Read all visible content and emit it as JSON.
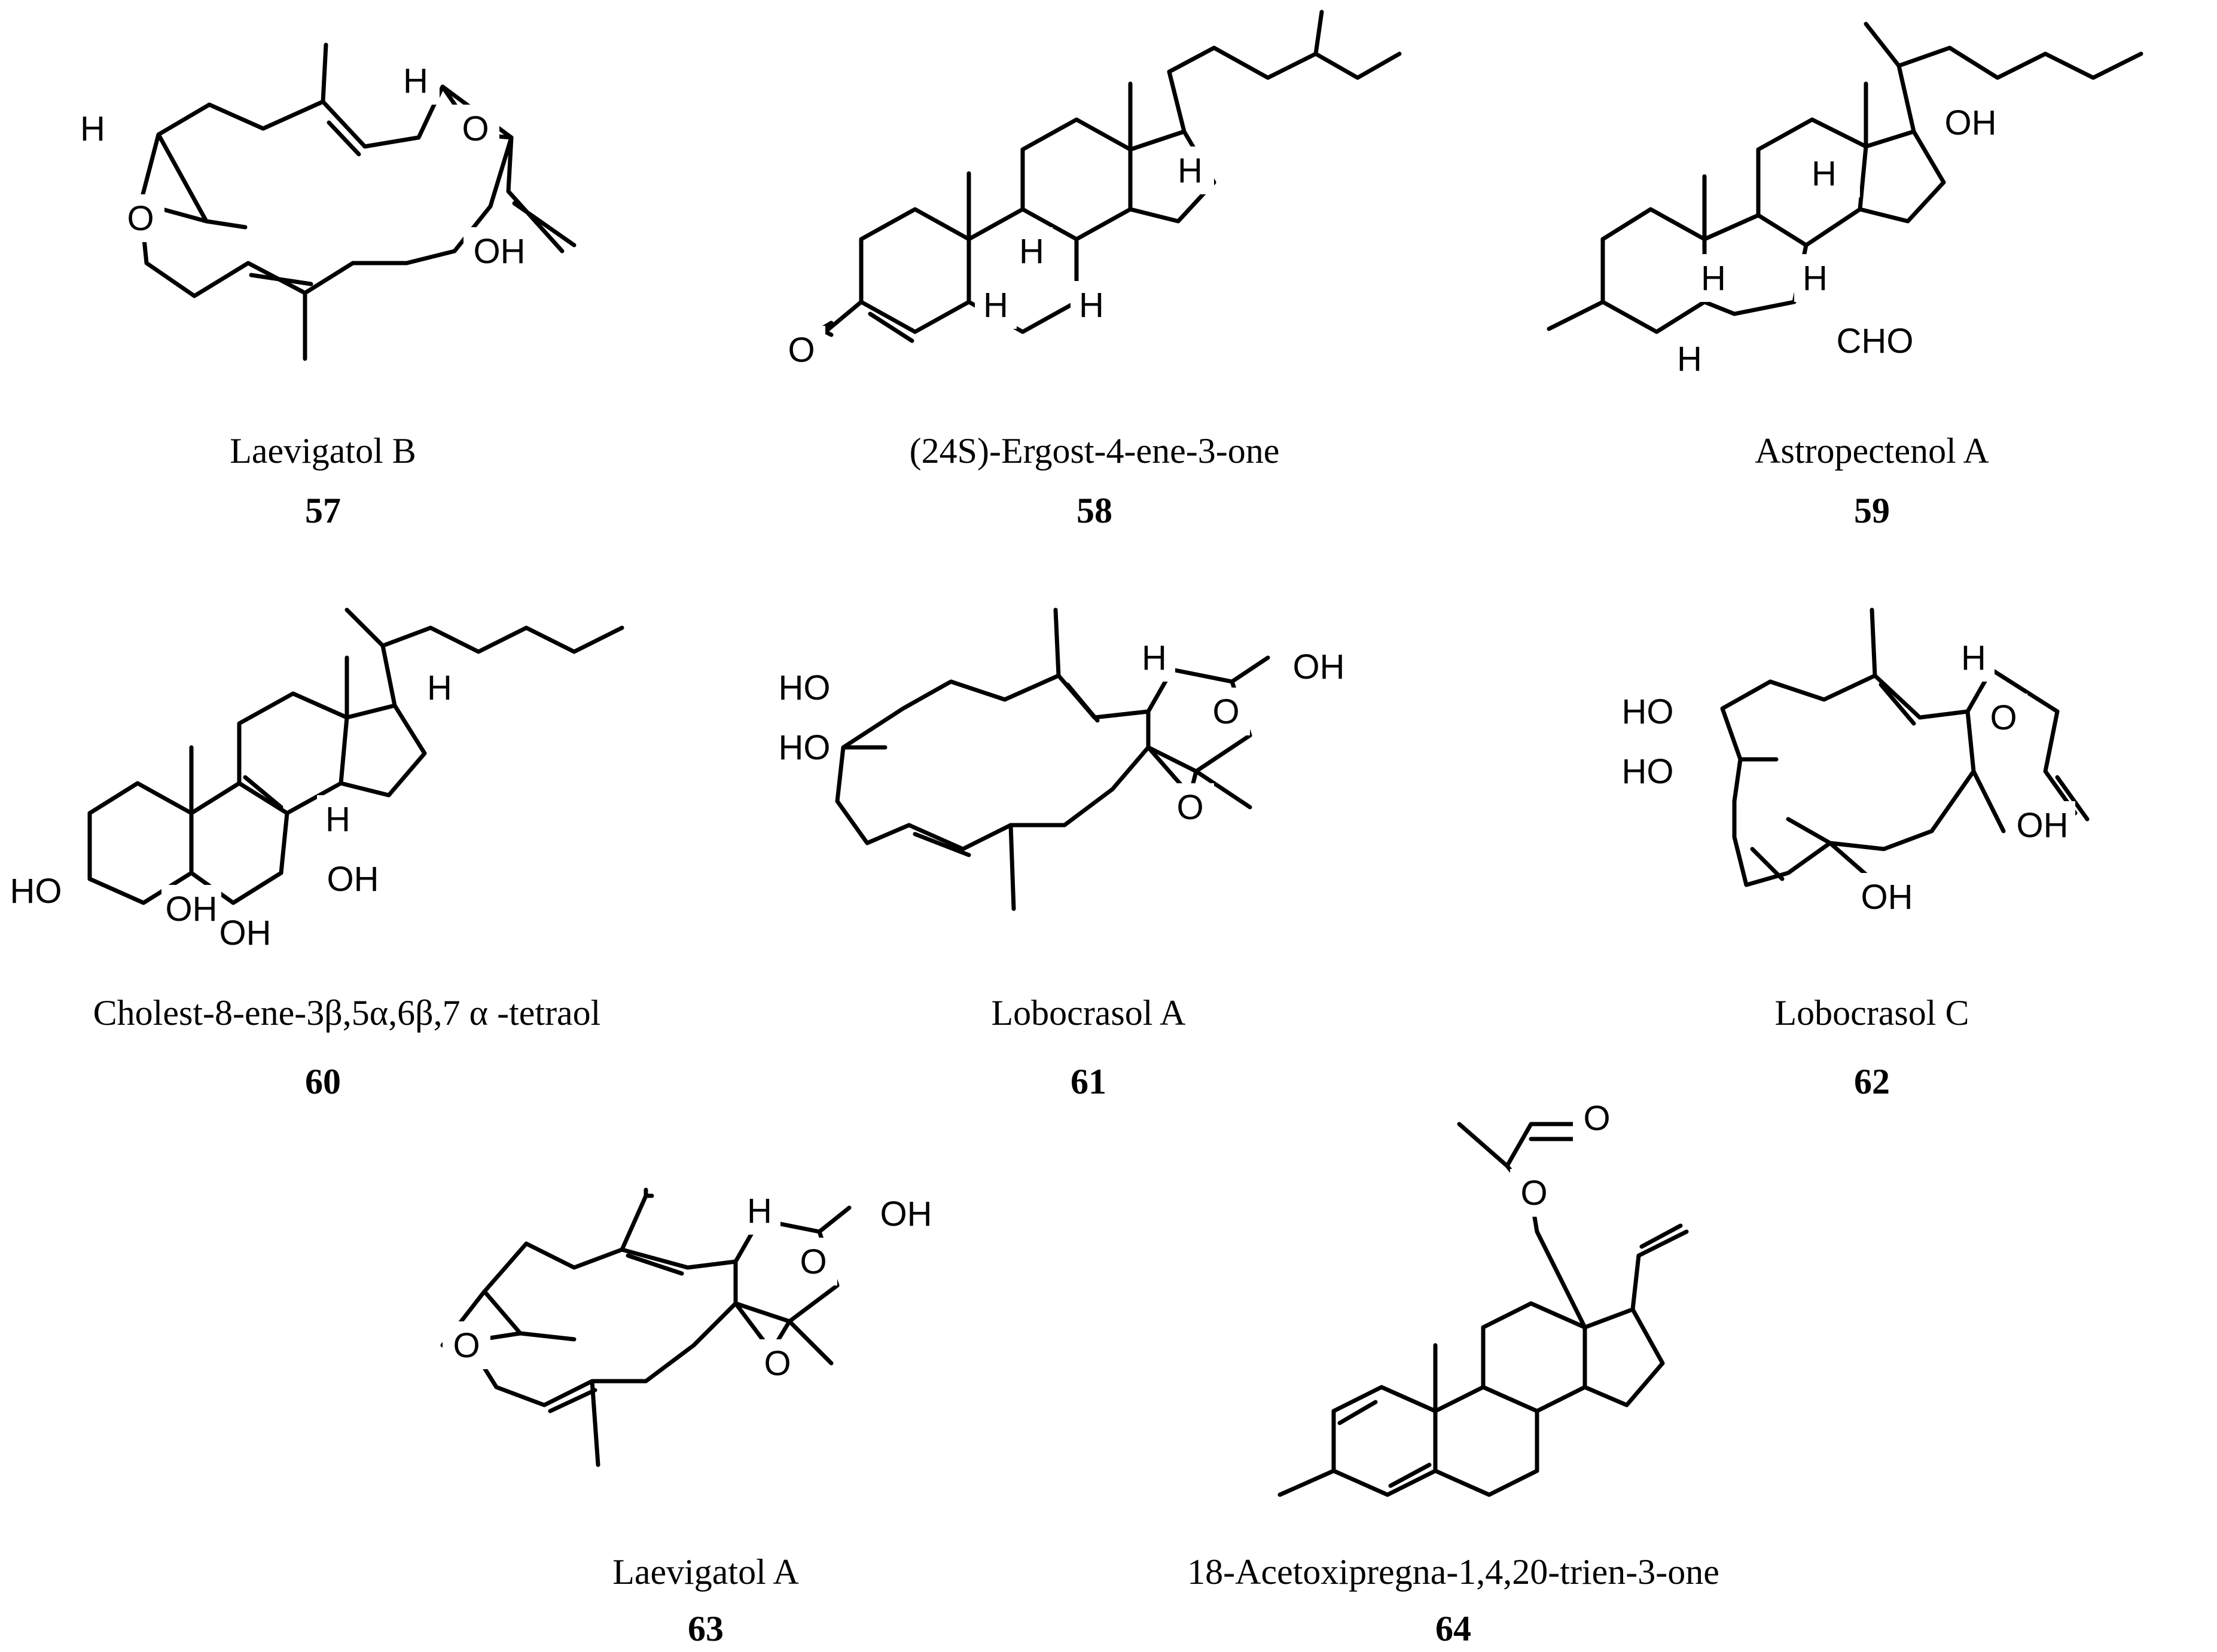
{
  "compounds": [
    {
      "name": "Laevigatol B",
      "number": "57",
      "atoms": [
        "H",
        "O",
        "H",
        "O",
        "OH"
      ]
    },
    {
      "name": "(24S)-Ergost-4-ene-3-one",
      "number": "58",
      "atoms": [
        "O",
        "H",
        "H",
        "H",
        "H"
      ]
    },
    {
      "name": "Astropectenol A",
      "number": "59",
      "atoms": [
        "H",
        "OH",
        "H",
        "H",
        "H",
        "CHO"
      ]
    },
    {
      "name": "Cholest-8-ene-3β,5α,6β,7 α -tetraol",
      "number": "60",
      "atoms": [
        "H",
        "H",
        "HO",
        "OH",
        "OH",
        "OH"
      ]
    },
    {
      "name": "Lobocrasol A",
      "number": "61",
      "atoms": [
        "HO",
        "HO",
        "H",
        "O",
        "OH",
        "O"
      ]
    },
    {
      "name": "Lobocrasol C",
      "number": "62",
      "atoms": [
        "HO",
        "HO",
        "H",
        "O",
        "OH",
        "OH"
      ]
    },
    {
      "name": "Laevigatol A",
      "number": "63",
      "atoms": [
        "O",
        "H",
        "O",
        "OH",
        "O"
      ]
    },
    {
      "name": "18-Acetoxipregna-1,4,20-trien-3-one",
      "number": "64",
      "atoms": [
        "O",
        "O"
      ]
    }
  ]
}
